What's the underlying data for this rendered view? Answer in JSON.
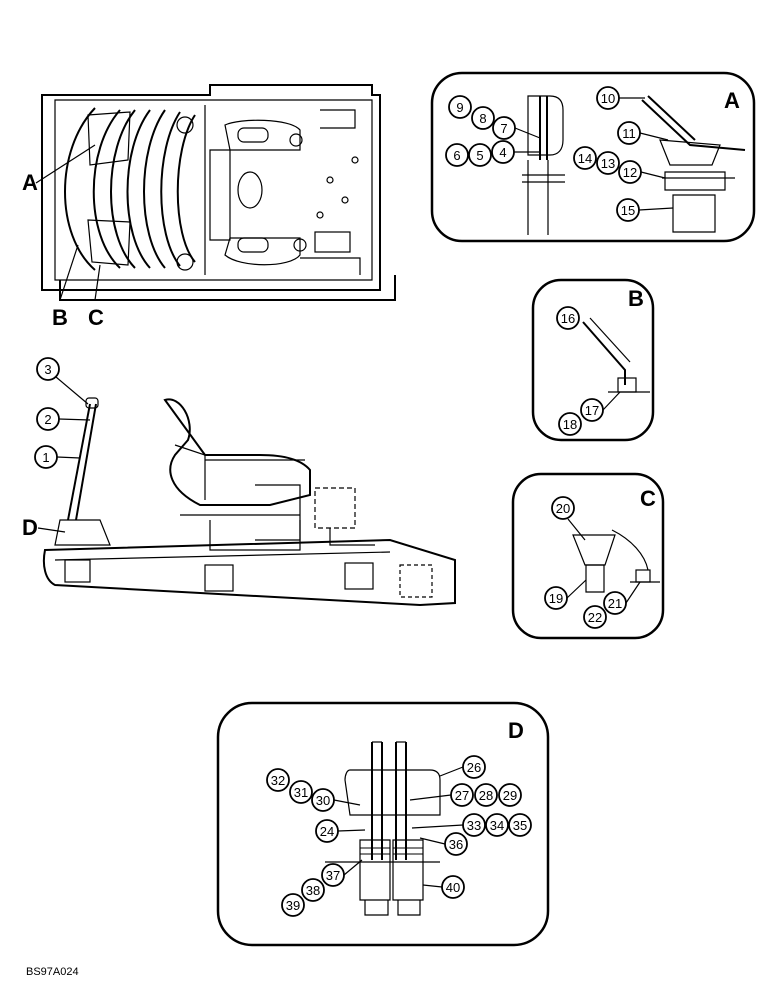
{
  "view_labels": {
    "top_a": "A",
    "top_b": "B",
    "top_c": "C",
    "side_d": "D",
    "detail_a": "A",
    "detail_b": "B",
    "detail_c": "C",
    "detail_d": "D"
  },
  "callouts": {
    "c1": "1",
    "c2": "2",
    "c3": "3",
    "c4": "4",
    "c5": "5",
    "c6": "6",
    "c7": "7",
    "c8": "8",
    "c9": "9",
    "c10": "10",
    "c11": "11",
    "c12": "12",
    "c13": "13",
    "c14": "14",
    "c15": "15",
    "c16": "16",
    "c17": "17",
    "c18": "18",
    "c19": "19",
    "c20": "20",
    "c21": "21",
    "c22": "22",
    "c24": "24",
    "c26": "26",
    "c27": "27",
    "c28": "28",
    "c29": "29",
    "c30": "30",
    "c31": "31",
    "c32": "32",
    "c33": "33",
    "c34": "34",
    "c35": "35",
    "c36": "36",
    "c37": "37",
    "c38": "38",
    "c39": "39",
    "c40": "40"
  },
  "drawing_code": "BS97A024"
}
